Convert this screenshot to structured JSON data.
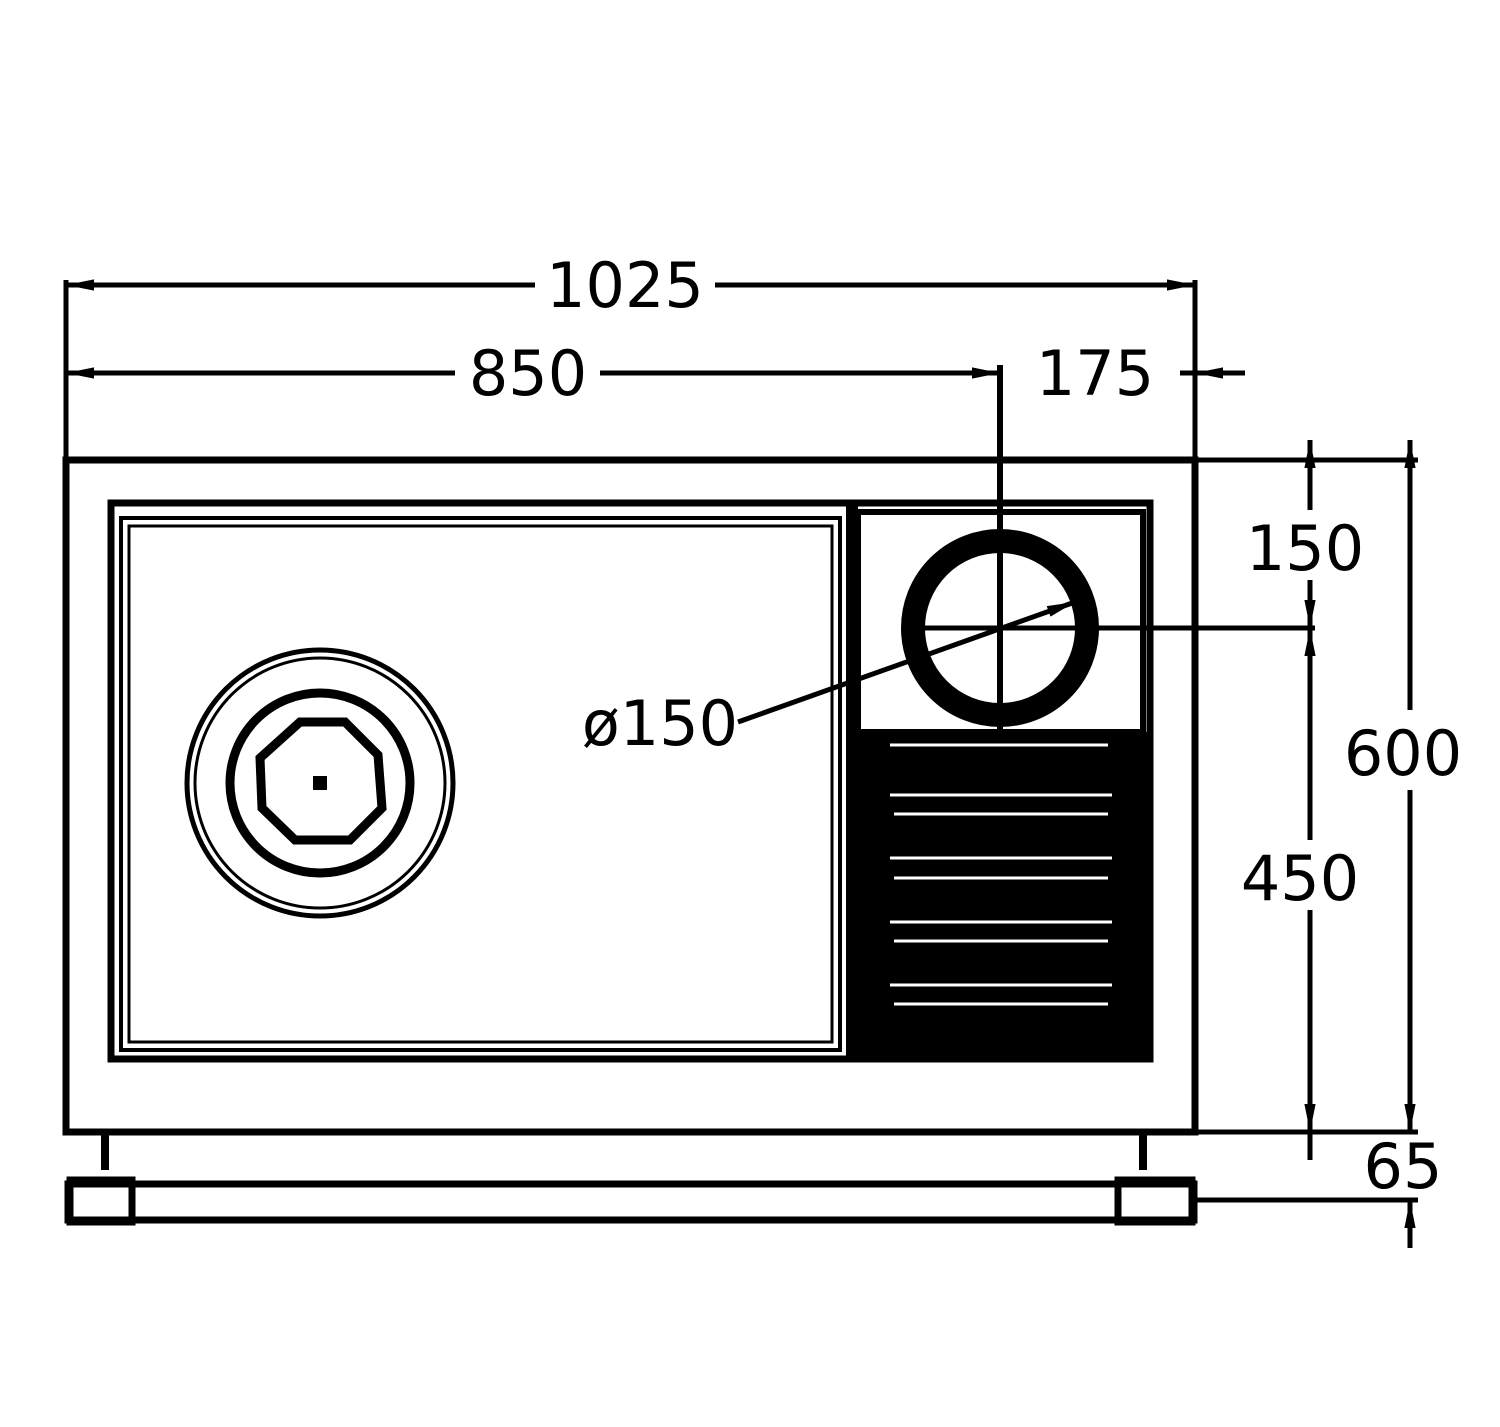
{
  "drawing": {
    "title": "Sink unit front/top view dimensions",
    "dimensions": {
      "overall_width": "1025",
      "bowl_width": "850",
      "drainer_width": "175",
      "top_offset": "150",
      "lower_depth": "450",
      "overall_depth": "600",
      "base_height": "65",
      "tap_hole_diameter": "ø150"
    },
    "colors": {
      "line": "#000000",
      "background": "#ffffff"
    }
  }
}
